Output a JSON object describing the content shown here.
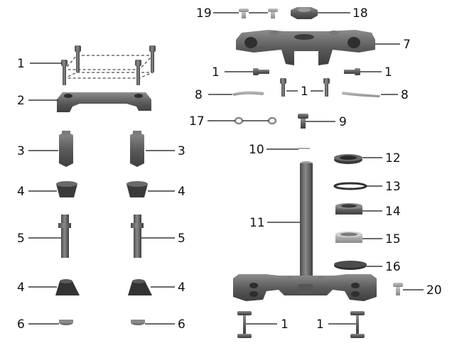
{
  "callouts": {
    "c1_topleft": "1",
    "c2": "2",
    "c3_left": "3",
    "c3_right": "3",
    "c4_upper_left": "4",
    "c4_upper_right": "4",
    "c5_left": "5",
    "c5_right": "5",
    "c4_lower_left": "4",
    "c4_lower_right": "4",
    "c6_left": "6",
    "c6_right": "6",
    "c19": "19",
    "c18": "18",
    "c7": "7",
    "c1_clamp_left": "1",
    "c1_clamp_right": "1",
    "c1_center": "1",
    "c8_left": "8",
    "c8_right": "8",
    "c17": "17",
    "c9": "9",
    "c10": "10",
    "c12": "12",
    "c13": "13",
    "c14": "14",
    "c11": "11",
    "c15": "15",
    "c16": "16",
    "c20": "20",
    "c1_bottom_left": "1",
    "c1_bottom_right": "1"
  },
  "colors": {
    "part_dark": "#4a4a4a",
    "part_mid": "#6e6e6e",
    "part_light": "#9a9a9a",
    "leader": "#111111",
    "background": "#ffffff"
  }
}
